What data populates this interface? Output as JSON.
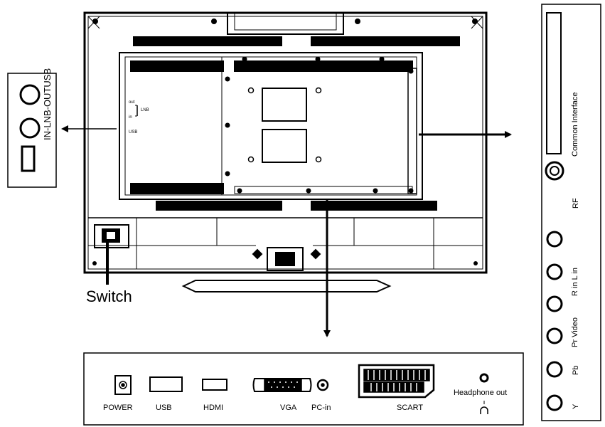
{
  "tv_back_panel": {
    "lnb_labels": {
      "out": "out",
      "lnb": "LNB",
      "in": "in",
      "usb": "USB"
    }
  },
  "left_panel": {
    "label": "IN-LNB-OUTUSB"
  },
  "switch_label": "Switch",
  "side_panel": {
    "labels": {
      "common_interface": "Common Interface",
      "rf": "RF",
      "r_in_l_in": "R in L in",
      "pr_video": "Pr Video",
      "pb": "Pb",
      "y": "Y"
    }
  },
  "bottom_panel": {
    "labels": {
      "power": "POWER",
      "usb": "USB",
      "hdmi": "HDMI",
      "vga": "VGA",
      "pc_in": "PC-in",
      "scart": "SCART",
      "headphone": "Headphone out"
    }
  }
}
